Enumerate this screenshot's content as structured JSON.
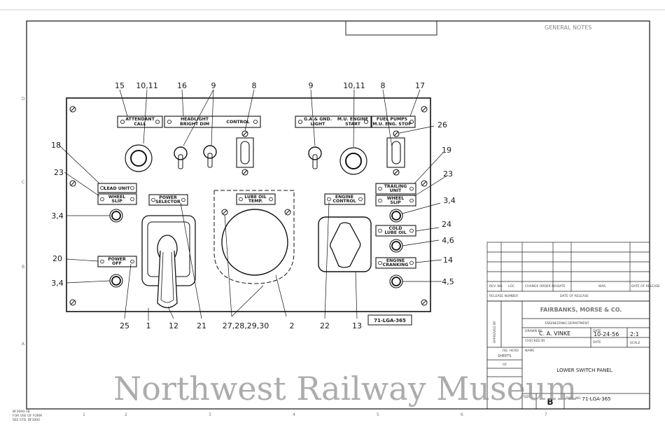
{
  "general_notes": "GENERAL NOTES",
  "callouts": {
    "n15": "15",
    "n10_11a": "10,11",
    "n16": "16",
    "n9a": "9",
    "n8a": "8",
    "n9b": "9",
    "n10_11b": "10,11",
    "n8b": "8",
    "n17": "17",
    "n26": "26",
    "n18": "18",
    "n23a": "23",
    "n19": "19",
    "n23b": "23",
    "n3_4a": "3,4",
    "n3_4b": "3,4",
    "n3_4c": "3,4",
    "n24": "24",
    "n4_6": "4,6",
    "n20": "20",
    "n14": "14",
    "n4_5": "4,5",
    "n25": "25",
    "n1a": "1",
    "n12": "12",
    "n21": "21",
    "n27_30": "27,28,29,30",
    "n2": "2",
    "n22": "22",
    "n13": "13"
  },
  "plates": {
    "attendant_call": [
      "ATTENDANT",
      "CALL"
    ],
    "headlight": [
      "HEADLIGHT",
      "BRIGHT  DIM"
    ],
    "control": [
      "CONTROL"
    ],
    "ga_gnd_light": [
      "G.A.& GND.",
      "LIGHT"
    ],
    "mu_engine_start": [
      "M.U. ENGINE",
      "START"
    ],
    "fuel_pumps": [
      "FUEL PUMPS",
      "M.U. ENG. STOP"
    ],
    "lead_unit": [
      "LEAD UNIT"
    ],
    "wheel_slip_left": [
      "WHEEL",
      "SLIP"
    ],
    "power_selector": [
      "POWER",
      "SELECTOR"
    ],
    "lube_oil_temp": [
      "LUBE OIL",
      "TEMP."
    ],
    "engine_control": [
      "ENGINE",
      "CONTROL"
    ],
    "trailing_unit": [
      "TRAILING",
      "UNIT"
    ],
    "wheel_slip_right": [
      "WHEEL",
      "SLIP"
    ],
    "cold_lube_oil": [
      "COLD",
      "LUBE OIL"
    ],
    "engine_cranking": [
      "ENGINE",
      "CRANKING"
    ],
    "power_off": [
      "POWER",
      "OFF"
    ]
  },
  "panel_code": "71-LGA-365",
  "title_block": {
    "company": "FAIRBANKS, MORSE & CO.",
    "department": "ENGINEERING DEPARTMENT",
    "drawn_by_label": "DRAWN BY",
    "drawn_by": "C. A. VINKE",
    "date_label": "DATE",
    "date": "10-24-56",
    "scale": "2:1",
    "scale_label": "SCALE",
    "checked_label": "CHECKED BY",
    "approved_by": "APPROVED BY",
    "sheets": "SHEETS",
    "of": "OF",
    "name_label": "NAME",
    "name": "LOWER SWITCH PANEL",
    "dwg_no_label": "DWG. NO.",
    "dwg_no": "71-LGA-365",
    "size_label": "SIZE",
    "size": "B",
    "rev_headers": [
      "REV. NO.",
      "LOC.",
      "CHANGE ORDER NO.",
      "DATE",
      "WAS",
      "DATE OF RELEASE"
    ],
    "release_label": "RELEASE NUMBER",
    "release_date_label": "DATE OF RELEASE",
    "iss_head": "ISS. HEAD"
  },
  "form_note": [
    "BF3000-18",
    "FOR USE OF FORM",
    "SEE STD. BF3000"
  ],
  "grid_letters": [
    "D",
    "C",
    "B",
    "A"
  ],
  "grid_numbers": [
    "1",
    "2",
    "3",
    "4",
    "5",
    "6",
    "7"
  ],
  "watermark": "Northwest Railway Museum"
}
